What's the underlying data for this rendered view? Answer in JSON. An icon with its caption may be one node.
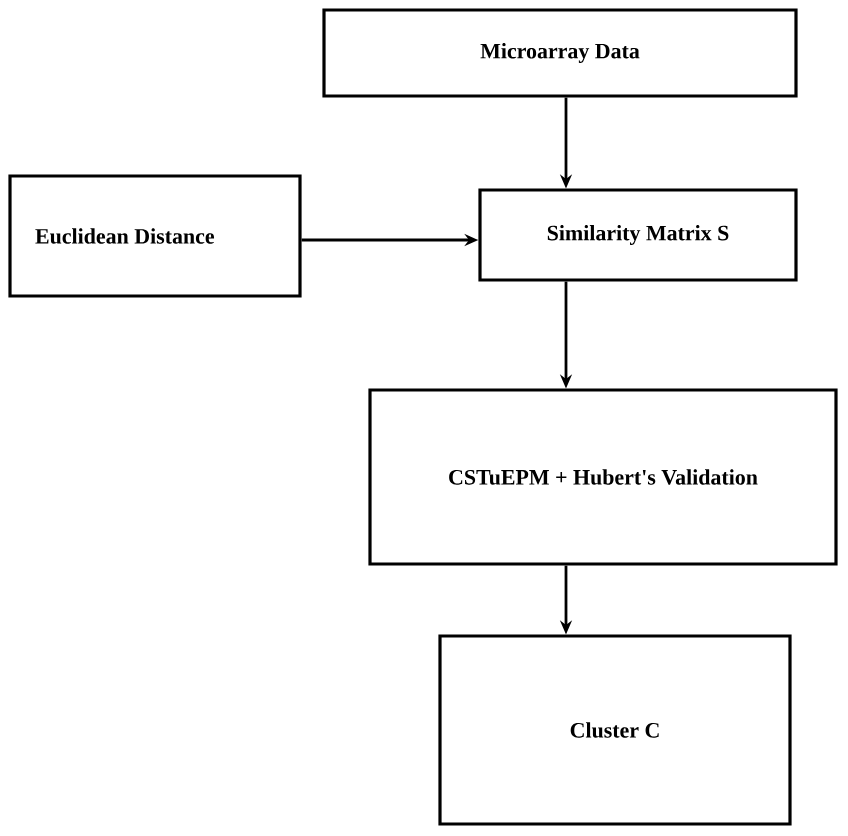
{
  "diagram": {
    "nodes": [
      {
        "text": [
          "Microarray Data"
        ]
      },
      {
        "text": [
          "Euclidean Distance"
        ]
      },
      {
        "text": [
          "Similarity Matrix S"
        ]
      },
      {
        "text": [
          "CSTuEPM + Hubert's Validation"
        ]
      },
      {
        "text": [
          "Cluster    C"
        ]
      }
    ],
    "edges": [
      {
        "from": 0,
        "to": 2,
        "arrow": "to"
      },
      {
        "from": 1,
        "to": 2,
        "arrow": "to"
      },
      {
        "from": 2,
        "to": 3,
        "arrow": "to"
      },
      {
        "from": 3,
        "to": 4,
        "arrow": "to"
      }
    ]
  }
}
